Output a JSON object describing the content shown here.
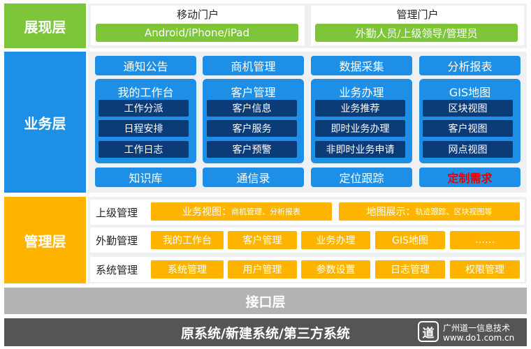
{
  "layers": {
    "presentation": "展现层",
    "business": "业务层",
    "management": "管理层",
    "interface": "接口层",
    "systems": "原系统/新建系统/第三方系统"
  },
  "presentation": {
    "mobile_title": "移动门户",
    "mobile_platforms": "Android/iPhone/iPad",
    "mgmt_title": "管理门户",
    "mgmt_users": "外勤人员/上级领导/管理员"
  },
  "business": {
    "top_row": [
      "通知公告",
      "商机管理",
      "数据采集",
      "分析报表"
    ],
    "cards": [
      {
        "title": "我的工作台",
        "items": [
          "工作分派",
          "日程安排",
          "工作日志"
        ]
      },
      {
        "title": "客户管理",
        "items": [
          "客户信息",
          "客户服务",
          "客户预警"
        ]
      },
      {
        "title": "业务办理",
        "items": [
          "业务推荐",
          "即时业务办理",
          "非即时业务申请"
        ]
      },
      {
        "title": "GIS地图",
        "items": [
          "区块视图",
          "客户视图",
          "网点视图"
        ]
      }
    ],
    "bottom_row": [
      "知识库",
      "通信录",
      "定位跟踪",
      "定制需求"
    ]
  },
  "management": {
    "rows": [
      {
        "label": "上级管理",
        "items": [
          {
            "main": "业务视图：",
            "sub": "商机管理、分析报表"
          },
          {
            "main": "地图展示：",
            "sub": "轨迹跟踪、区块视图等"
          }
        ]
      },
      {
        "label": "外勤管理",
        "items": [
          "我的工作台",
          "客户管理",
          "业务办理",
          "GIS地图",
          "……"
        ]
      },
      {
        "label": "系统管理",
        "items": [
          "系统管理",
          "用户管理",
          "参数设置",
          "日志管理",
          "权限管理"
        ]
      }
    ]
  },
  "watermark": {
    "glyph": "道",
    "company": "广州道一信息技术",
    "url": "www.do1.com.cn"
  },
  "colors": {
    "green": "#7dc63a",
    "blue": "#1e8fe6",
    "navy": "#0c3c78",
    "orange": "#ffb400",
    "gray_interface": "#b3b3b3",
    "gray_systems": "#555555"
  }
}
